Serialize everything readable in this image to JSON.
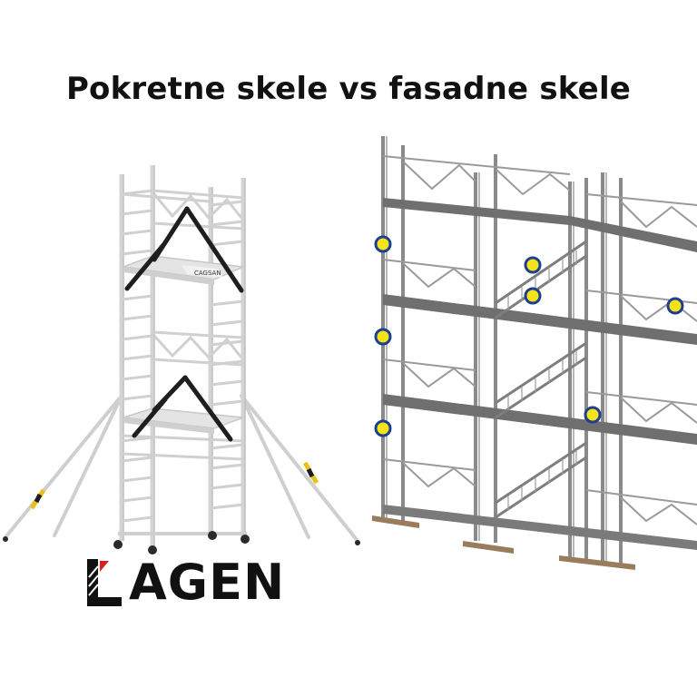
{
  "title": "Pokretne skele vs fasadne skele",
  "mobile_scaffold": {
    "platform_brand": "CAGSAN"
  },
  "logo": {
    "text": "LAGEN",
    "display_text": "AGEN",
    "accent_color": "#d62020",
    "text_color": "#111111"
  },
  "colors": {
    "marker_fill": "#f4e21a",
    "marker_ring": "#1d3f8f",
    "facade_steel": "#8a8a8a",
    "facade_deck": "#6f6f6f",
    "mobile_frame": "#d7d7d7",
    "brace": "#1e1e1e",
    "base_plate": "#9a7c5c",
    "outrigger_stripe": "#e8c21a"
  },
  "icons": [
    "yellow-marker-icon",
    "lagen-logo-mark-icon"
  ]
}
